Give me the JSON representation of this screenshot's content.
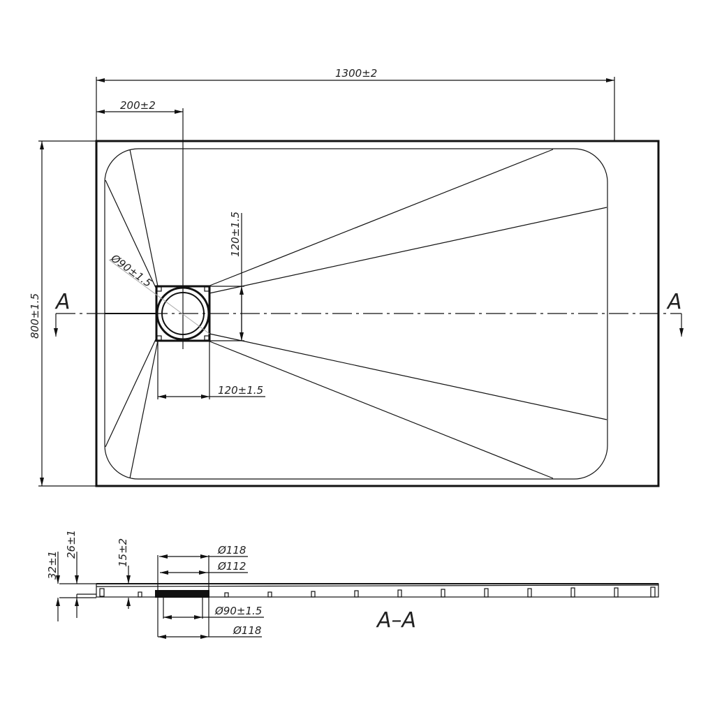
{
  "drawing": {
    "dimensions": {
      "length": "1300±2",
      "drain_offset": "200±2",
      "width": "800±1.5",
      "drain_height": "120±1.5",
      "drain_width": "120±1.5",
      "drain_diameter": "Ø90±1.5"
    },
    "section": {
      "label_left": "A",
      "label_right": "A",
      "title": "A–A",
      "height_total": "32±1",
      "height_edge": "26±1",
      "depth": "15±2",
      "d_top1": "Ø118",
      "d_top2": "Ø112",
      "d_bottom1": "Ø90±1.5",
      "d_bottom2": "Ø118"
    }
  }
}
